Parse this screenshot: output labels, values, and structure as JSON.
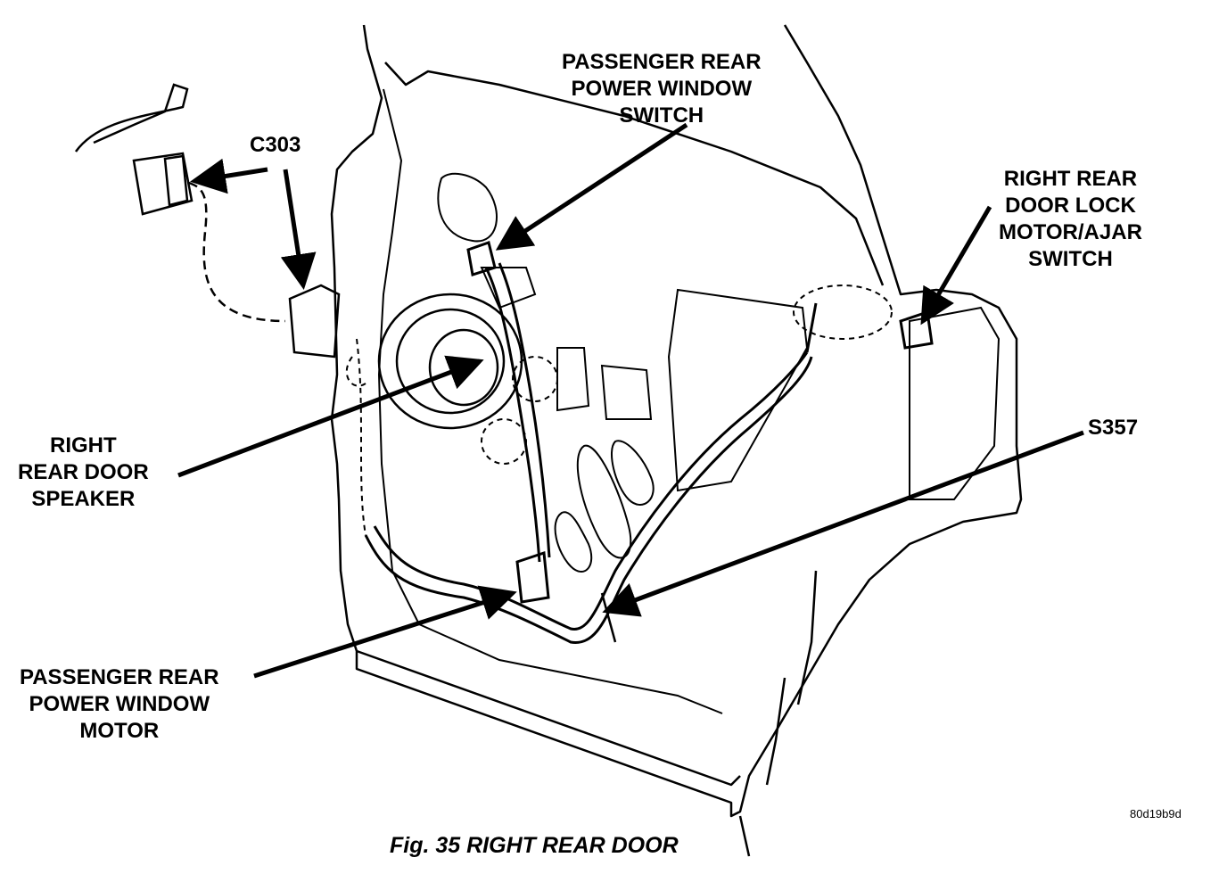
{
  "labels": {
    "window_switch": [
      "PASSENGER REAR",
      "POWER WINDOW",
      "SWITCH"
    ],
    "connector": [
      "C303"
    ],
    "lock_motor": [
      "RIGHT REAR",
      "DOOR LOCK",
      "MOTOR/AJAR",
      "SWITCH"
    ],
    "splice": [
      "S357"
    ],
    "speaker": [
      "RIGHT",
      "REAR DOOR",
      "SPEAKER"
    ],
    "window_motor": [
      "PASSENGER REAR",
      "POWER WINDOW",
      "MOTOR"
    ]
  },
  "figure_code": "80d19b9d",
  "caption": "Fig. 35 RIGHT REAR DOOR",
  "colors": {
    "ink": "#000000",
    "paper": "#ffffff"
  }
}
